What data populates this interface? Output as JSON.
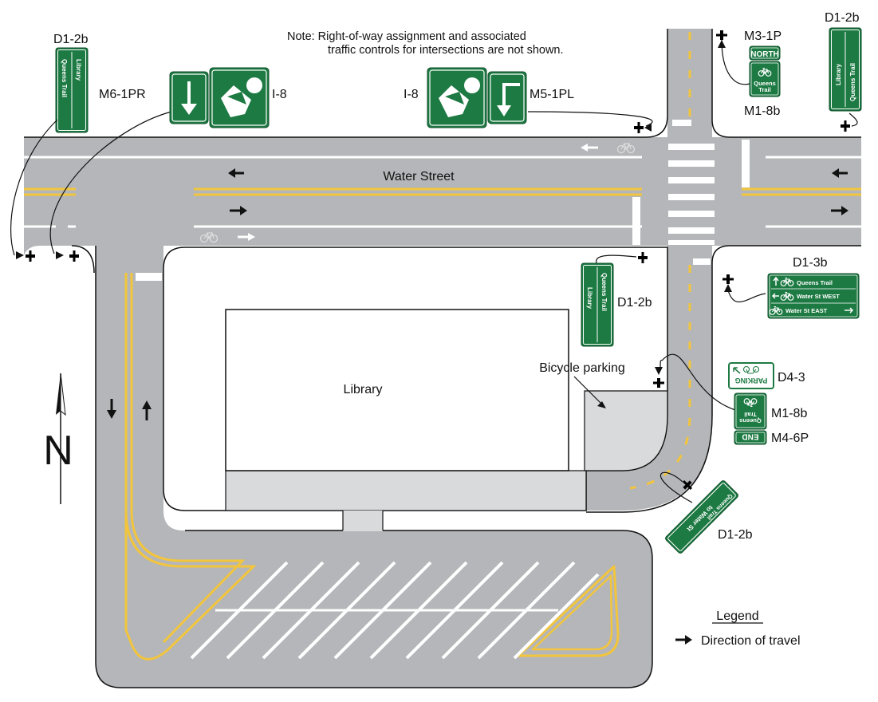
{
  "note": {
    "line1": "Note:  Right-of-way assignment and associated",
    "line2": "traffic controls for intersections are not shown."
  },
  "street": {
    "name": "Water Street"
  },
  "places": {
    "library": "Library",
    "bicycle_parking": "Bicycle parking"
  },
  "north": {
    "letter": "N"
  },
  "legend": {
    "title": "Legend",
    "direction_of_travel": "Direction of travel"
  },
  "sign_codes": {
    "d1_2b": "D1-2b",
    "m6_1pr": "M6-1PR",
    "i8": "I-8",
    "m5_1pl": "M5-1PL",
    "m3_1p": "M3-1P",
    "m1_8b": "M1-8b",
    "d1_3b": "D1-3b",
    "d4_3": "D4-3",
    "m4_6p": "M4-6P"
  },
  "sign_text": {
    "library": "Library",
    "queens_trail": "Queens Trail",
    "queens": "Queens",
    "trail": "Trail",
    "north": "NORTH",
    "water_st_west": "Water St WEST",
    "water_st_east": "Water St EAST",
    "parking": "PARKING",
    "end": "END",
    "to_water_st": "to Water St"
  },
  "colors": {
    "road": "#b4b6b9",
    "sign_green": "#1d7a43",
    "centerline_yellow": "#f2c53d",
    "sidewalk": "#d9dadb"
  }
}
